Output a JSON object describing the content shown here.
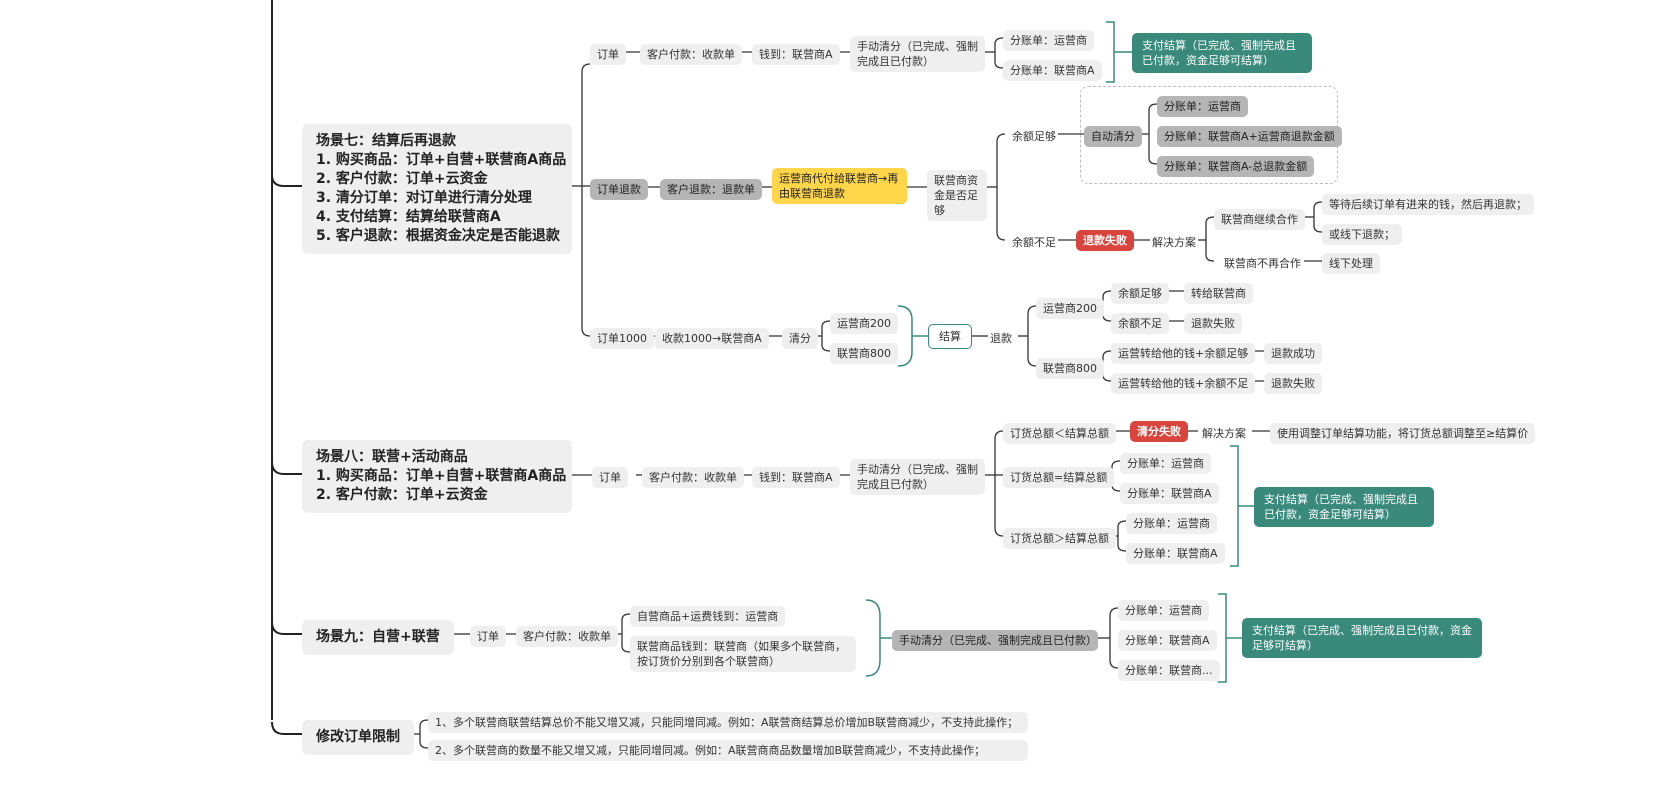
{
  "scene7": {
    "title": "场景七：结算后再退款",
    "lines": [
      "1. 购买商品：订单+自营+联营商A商品",
      "2. 客户付款：订单+云资金",
      "3. 清分订单：对订单进行清分处理",
      "4. 支付结算：结算给联营商A",
      "5. 客户退款：根据资金决定是否能退款"
    ],
    "order": {
      "label": "订单",
      "pay": "客户付款：收款单",
      "money": "钱到：联营商A",
      "clear": "手动清分（已完成、强制完成且已付款）",
      "split1": "分账单：运营商",
      "split2": "分账单：联营商A",
      "settle": "支付结算（已完成、强制完成且已付款，资金足够可结算）"
    },
    "refund": {
      "label": "订单退款",
      "refund_doc": "客户退款：退款单",
      "advance": "运营商代付给联营商→再由联营商退款",
      "enough_q": "联营商资金是否足够",
      "enough": "余额足够",
      "auto": "自动清分",
      "auto_a": "分账单：运营商",
      "auto_b": "分账单：联营商A+运营商退款金额",
      "auto_c": "分账单：联营商A-总退款金额",
      "short": "余额不足",
      "fail": "退款失败",
      "solution": "解决方案",
      "coop": "联营商继续合作",
      "coop_a": "等待后续订单有进来的钱，然后再退款；",
      "coop_b": "或线下退款；",
      "nocoop": "联营商不再合作",
      "nocoop_a": "线下处理"
    },
    "o1000": {
      "label": "订单1000",
      "recv": "收款1000→联营商A",
      "clear": "清分",
      "op200": "运营商200",
      "jv800": "联营商800",
      "settle": "结算",
      "refund": "退款",
      "r_op": "运营商200",
      "r_op_a": "余额足够",
      "r_op_a2": "转给联营商",
      "r_op_b": "余额不足",
      "r_op_b2": "退款失败",
      "r_jv": "联营商800",
      "r_jv_a": "运营转给他的钱+余额足够",
      "r_jv_a2": "退款成功",
      "r_jv_b": "运营转给他的钱+余额不足",
      "r_jv_b2": "退款失败"
    }
  },
  "scene8": {
    "title": "场景八：联营+活动商品",
    "lines": [
      "1. 购买商品：订单+自营+联营商A商品",
      "2. 客户付款：订单+云资金"
    ],
    "order": "订单",
    "pay": "客户付款：收款单",
    "money": "钱到：联营商A",
    "clear": "手动清分（已完成、强制完成且已付款）",
    "lt": "订货总额＜结算总额",
    "lt_fail": "清分失败",
    "lt_sol": "解决方案",
    "lt_fix": "使用调整订单结算功能，将订货总额调整至≥结算价",
    "eq": "订货总额=结算总额",
    "eq_a": "分账单：运营商",
    "eq_b": "分账单：联营商A",
    "gt": "订货总额＞结算总额",
    "gt_a": "分账单：运营商",
    "gt_b": "分账单：联营商A",
    "settle": "支付结算（已完成、强制完成且已付款，资金足够可结算）"
  },
  "scene9": {
    "title": "场景九：自营+联营",
    "order": "订单",
    "pay": "客户付款：收款单",
    "self": "自营商品+运费钱到：运营商",
    "jv": "联营商品钱到：联营商（如果多个联营商，按订货价分别到各个联营商）",
    "clear": "手动清分（已完成、强制完成且已付款）",
    "s1": "分账单：运营商",
    "s2": "分账单：联营商A",
    "s3": "分账单：联营商...",
    "settle": "支付结算（已完成、强制完成且已付款，资金足够可结算）"
  },
  "limit": {
    "title": "修改订单限制",
    "r1": "1、多个联营商联营结算总价不能又增又减，只能同增同减。例如：A联营商结算总价增加B联营商减少，不支持此操作；",
    "r2": "2、多个联营商的数量不能又增又减，只能同增同减。例如：A联营商商品数量增加B联营商减少，不支持此操作；"
  },
  "colors": {
    "teal": "#3a8a7c",
    "red": "#d9453d",
    "yellow": "#ffd54a",
    "line": "#222222"
  }
}
